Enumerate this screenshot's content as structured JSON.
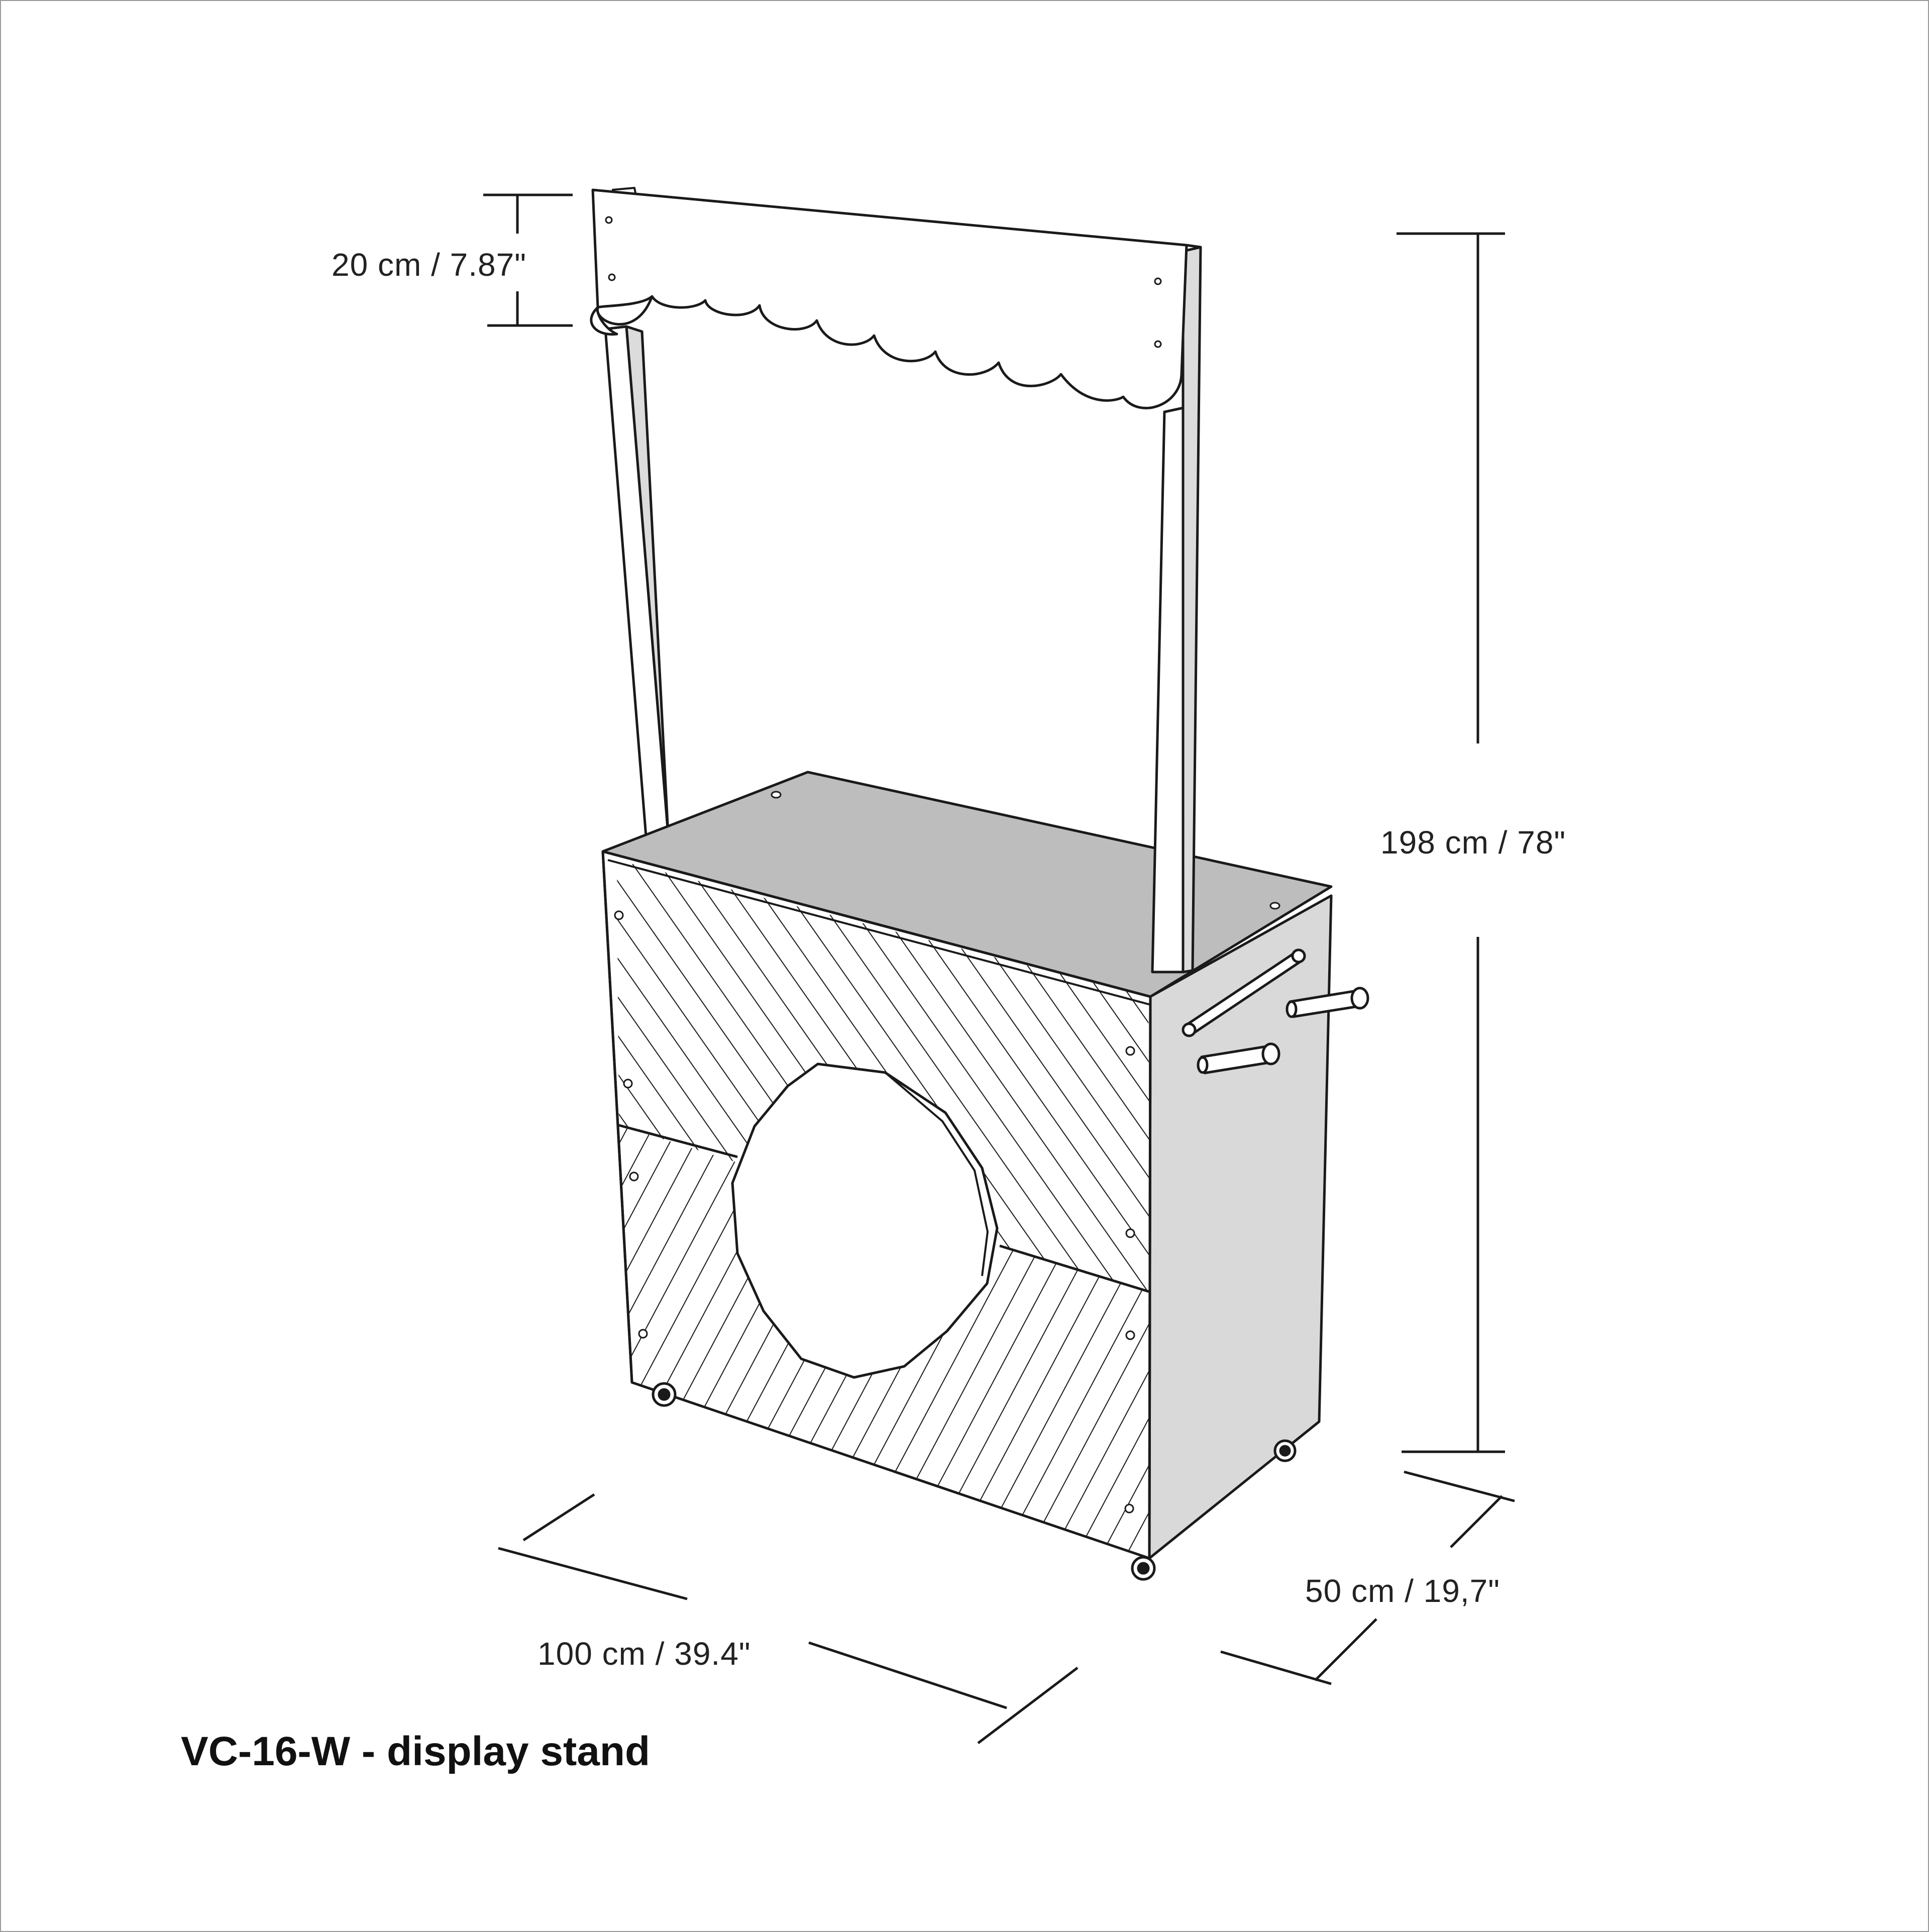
{
  "title": "VC-16-W - display stand",
  "dimensions": {
    "sign_height": "20 cm / 7.87\"",
    "total_height": "198 cm / 78\"",
    "depth": "50 cm / 19,7\"",
    "width": "100 cm / 39.4\""
  },
  "colors": {
    "line": "#1a1a1a",
    "top_surface": "#bdbdbd",
    "side_panel": "#d9d9d9",
    "post_shade": "#dcdcdc",
    "background": "#ffffff"
  }
}
